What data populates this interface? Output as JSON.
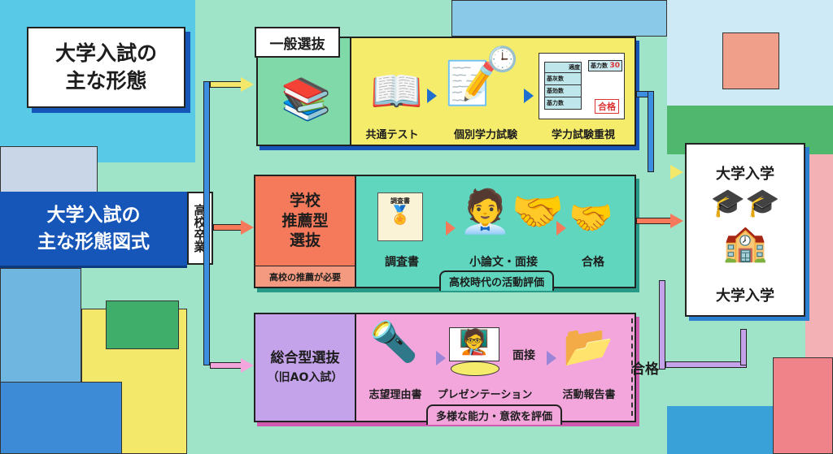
{
  "title_card": {
    "line1": "大学入試の",
    "line2": "主な形態"
  },
  "banner": {
    "line1": "大学入試の",
    "line2": "主な形態図式"
  },
  "graduation_tag": "高校卒業",
  "general": {
    "title": "一般選抜",
    "steps": [
      "共通テスト",
      "個別学力試験",
      "学力試験重視"
    ],
    "score_label": "基力数",
    "score_value": "30",
    "stamp": "合格",
    "table_header": "適度",
    "table_rows": [
      "基灰数",
      "基効数",
      "基力数"
    ]
  },
  "recommend": {
    "title_lines": [
      "学校",
      "推薦型",
      "選抜"
    ],
    "note": "高校の推薦が必要",
    "doc_label": "調査書",
    "steps": [
      "調査書",
      "小論文・面接",
      "合格"
    ],
    "tag": "高校時代の活動評価"
  },
  "comprehensive": {
    "title": "総合型選抜",
    "subtitle": "（旧AO入試）",
    "steps": [
      "志望理由書",
      "プレゼンテーション",
      "活動報告書"
    ],
    "interview": "面接",
    "tag": "多様な能力・意欲を評価",
    "pass": "合格"
  },
  "university": {
    "top": "大学入学",
    "bottom": "大学入学"
  },
  "colors": {
    "blue": "#1556b8",
    "yellow": "#f4ec6a",
    "green": "#7fd9a8",
    "orange": "#f47a5b",
    "teal": "#5fd6bd",
    "purple": "#c5a3ea",
    "pink": "#f3a6dc"
  }
}
